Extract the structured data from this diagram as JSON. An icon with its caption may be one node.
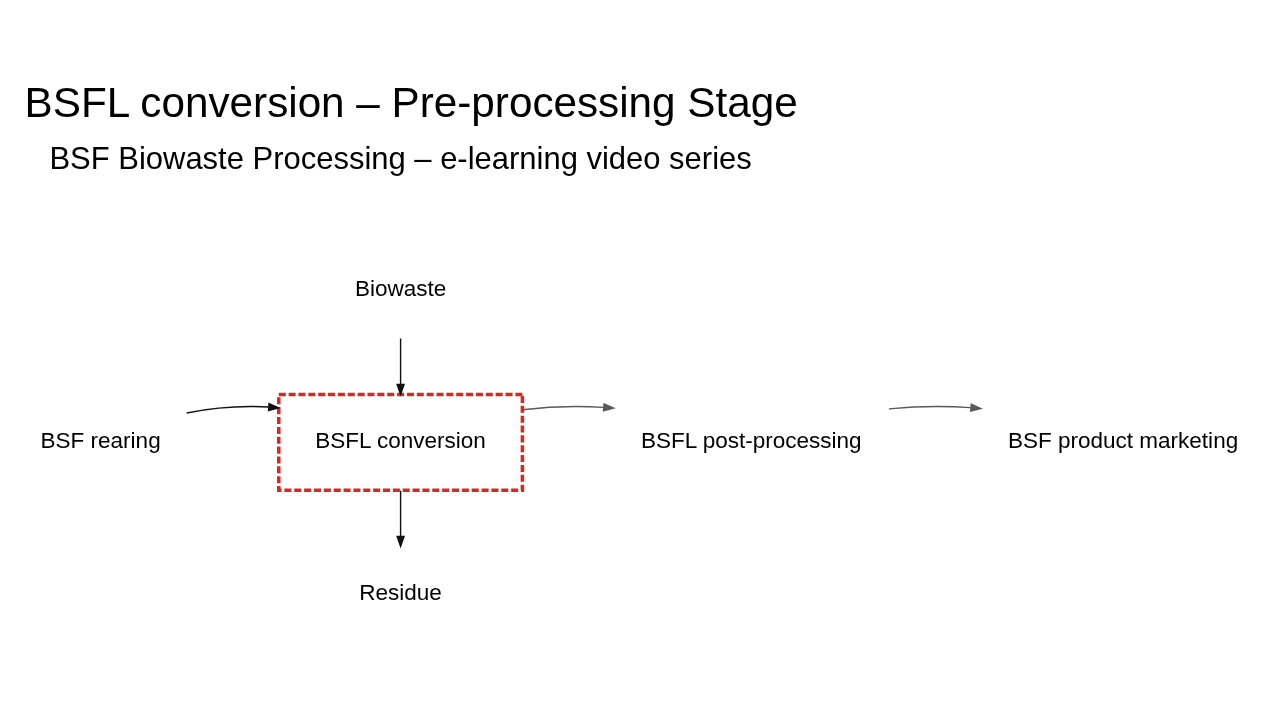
{
  "diagram": {
    "title": "BSFL conversion – Pre-processing Stage",
    "nodes": [
      {
        "text": [
          "Biowaste"
        ]
      },
      {
        "text": [
          "BSF rearing"
        ]
      },
      {
        "text": [
          "BSFL conversion"
        ]
      },
      {
        "text": [
          "BSFL post-processing"
        ]
      },
      {
        "text": [
          "BSF product marketing"
        ]
      },
      {
        "text": [
          "Residue"
        ]
      }
    ],
    "edges": [
      {
        "from": 0,
        "to": 2,
        "arrow": "to"
      },
      {
        "from": 1,
        "to": 2,
        "arrow": "to"
      },
      {
        "from": 2,
        "to": 3,
        "arrow": "to",
        "color": "#595959"
      },
      {
        "from": 3,
        "to": 4,
        "arrow": "to",
        "color": "#595959"
      },
      {
        "from": 2,
        "to": 5,
        "arrow": "to"
      }
    ],
    "labels": [
      "BSF Biowaste Processing – e-learning video series"
    ]
  }
}
